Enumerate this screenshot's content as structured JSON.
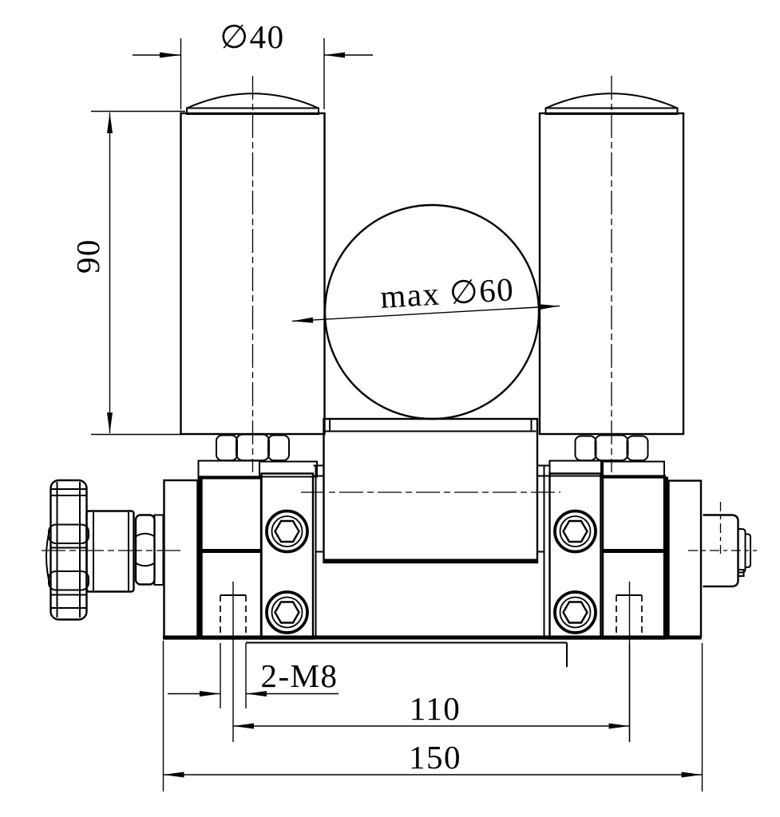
{
  "drawing": {
    "type": "technical-drawing",
    "background_color": "#ffffff",
    "line_color": "#000000",
    "dimensions": {
      "roller_diameter": {
        "label": "∅40"
      },
      "roller_height": {
        "label": "90"
      },
      "max_workpiece": {
        "label": "max ∅60"
      },
      "thread_holes": {
        "label": "2-M8"
      },
      "hole_spacing": {
        "label": "110"
      },
      "overall_length": {
        "label": "150"
      }
    }
  }
}
